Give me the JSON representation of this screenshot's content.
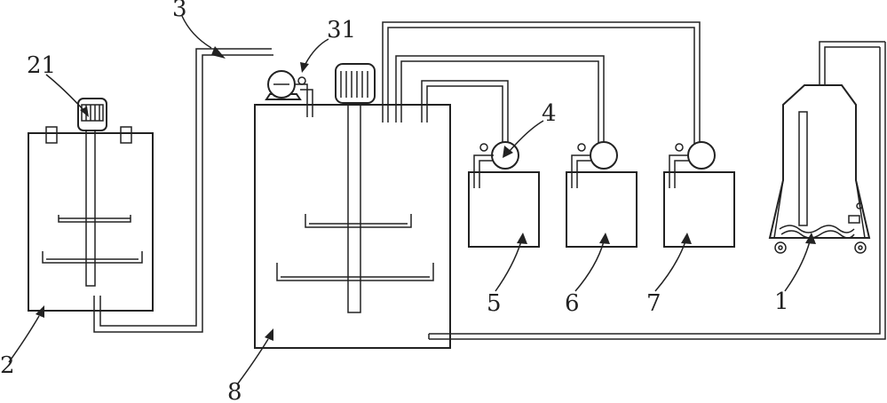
{
  "labels": {
    "l1": "1",
    "l2": "2",
    "l21": "21",
    "l3": "3",
    "l31": "31",
    "l4": "4",
    "l5": "5",
    "l6": "6",
    "l7": "7",
    "l8": "8"
  }
}
